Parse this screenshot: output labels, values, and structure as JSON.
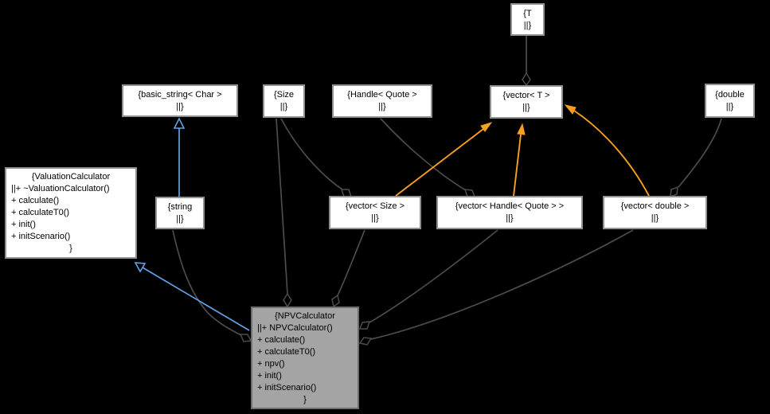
{
  "colors": {
    "bg": "#000000",
    "box_bg": "#ffffff",
    "box_border": "#919191",
    "sel_bg": "#a4a4a4",
    "sel_border": "#6e6e6e",
    "edge": "#4c4c4c",
    "blue": "#62a0e8",
    "orange": "#f7a01e",
    "text": "#000000"
  },
  "nodes": {
    "t": {
      "lines": [
        "{T",
        "||}"
      ]
    },
    "basic_string": {
      "lines": [
        "{basic_string< Char >",
        "||}"
      ]
    },
    "size": {
      "lines": [
        "{Size",
        "||}"
      ]
    },
    "handle_quote": {
      "lines": [
        "{Handle< Quote >",
        "||}"
      ]
    },
    "vector_t": {
      "lines": [
        "{vector< T >",
        "||}"
      ]
    },
    "double": {
      "lines": [
        "{double",
        "||}"
      ]
    },
    "valuation_calculator": {
      "lines": [
        "{ValuationCalculator",
        "||+ ~ValuationCalculator()",
        "+ calculate()",
        "+ calculateT0()",
        "+ init()",
        "+ initScenario()",
        "}"
      ]
    },
    "string": {
      "lines": [
        "{string",
        "||}"
      ]
    },
    "vector_size": {
      "lines": [
        "{vector< Size >",
        "||}"
      ]
    },
    "vector_handle_quote": {
      "lines": [
        "{vector< Handle< Quote > >",
        "||}"
      ]
    },
    "vector_double": {
      "lines": [
        "{vector< double >",
        "||}"
      ]
    },
    "npv_calculator": {
      "lines": [
        "{NPVCalculator",
        "||+ NPVCalculator()",
        "+ calculate()",
        "+ calculateT0()",
        "+ npv()",
        "+ init()",
        "+ initScenario()",
        "}"
      ]
    }
  }
}
